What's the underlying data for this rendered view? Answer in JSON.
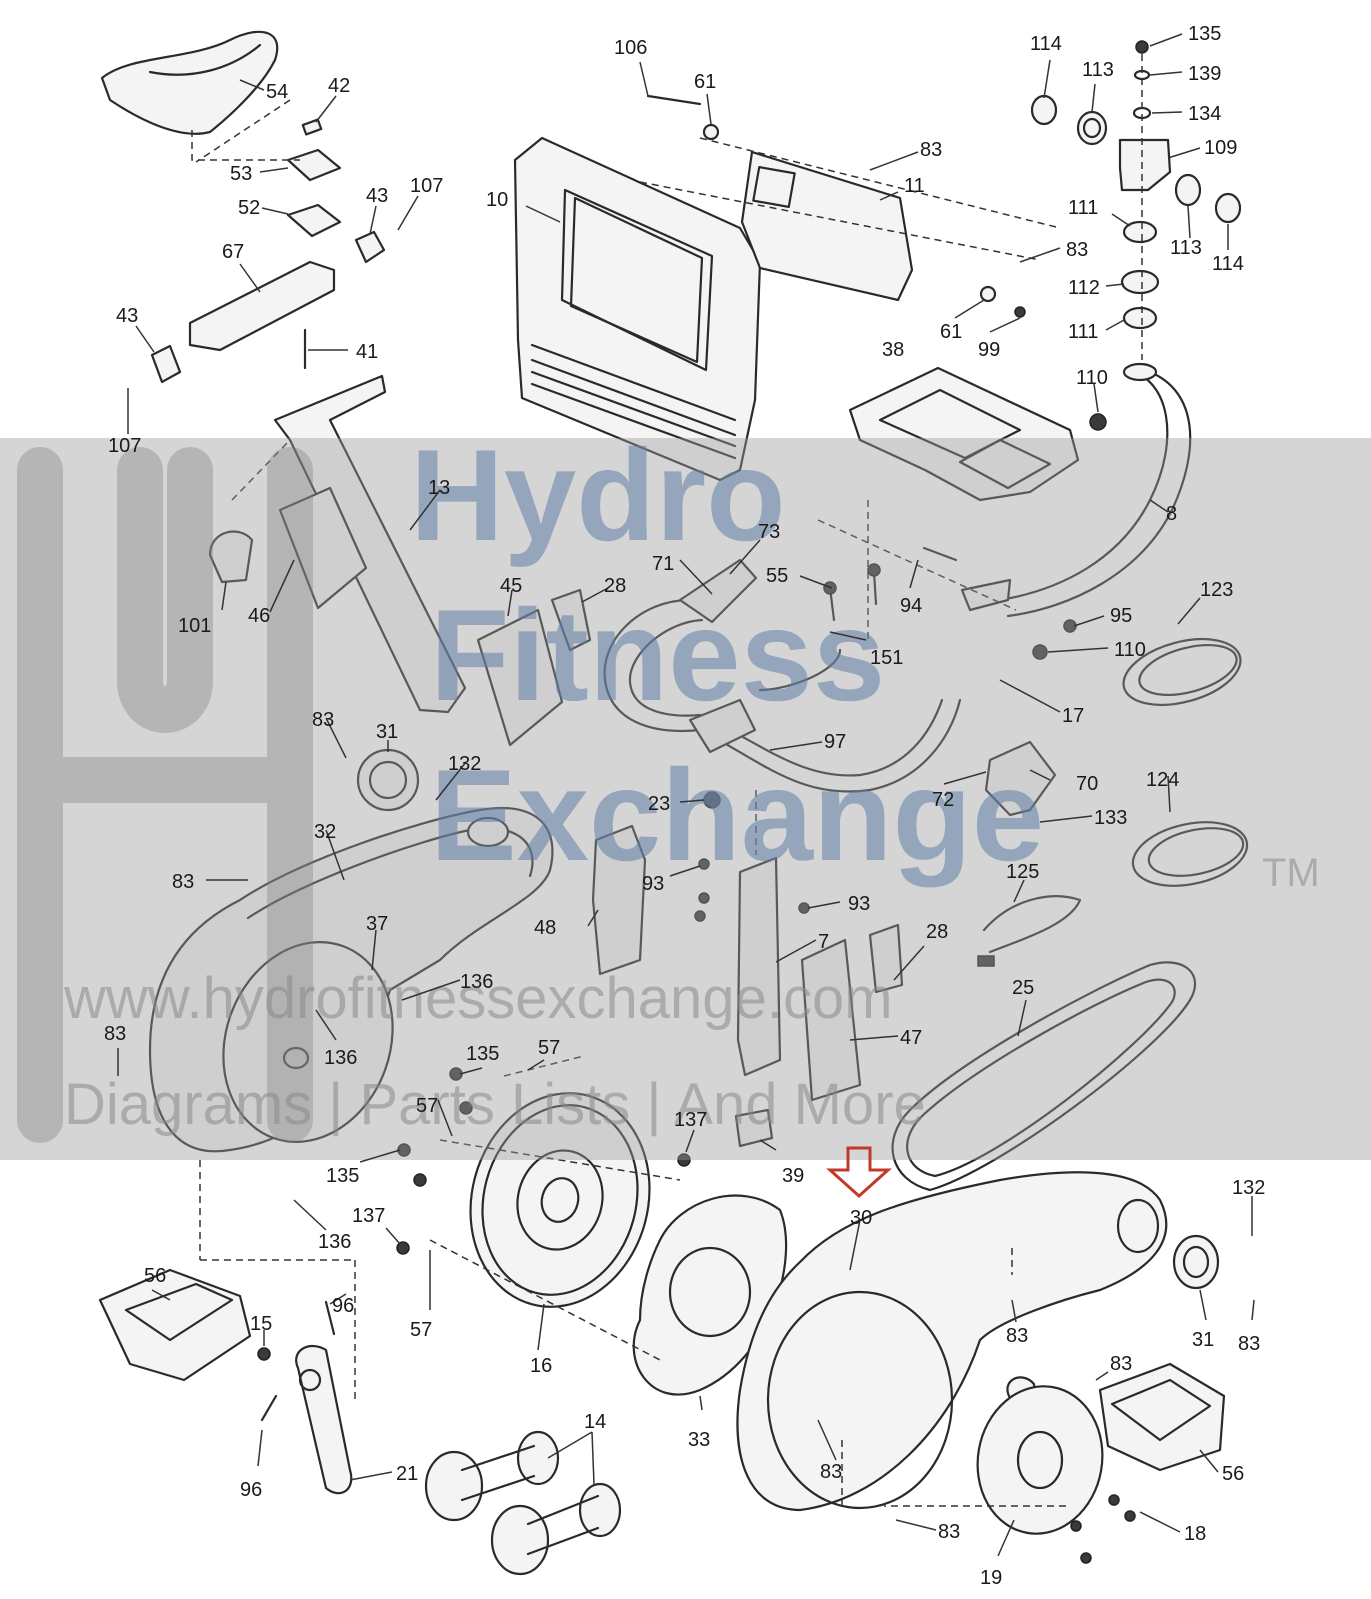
{
  "callouts": [
    {
      "id": "c106",
      "text": "106"
    },
    {
      "id": "c61a",
      "text": "61"
    },
    {
      "id": "c83a",
      "text": "83"
    },
    {
      "id": "c11",
      "text": "11"
    },
    {
      "id": "c10",
      "text": "10"
    },
    {
      "id": "c83b",
      "text": "83"
    },
    {
      "id": "c61b",
      "text": "61"
    },
    {
      "id": "c99",
      "text": "99"
    },
    {
      "id": "c114a",
      "text": "114"
    },
    {
      "id": "c113a",
      "text": "113"
    },
    {
      "id": "c135a",
      "text": "135"
    },
    {
      "id": "c139",
      "text": "139"
    },
    {
      "id": "c134",
      "text": "134"
    },
    {
      "id": "c109",
      "text": "109"
    },
    {
      "id": "c111a",
      "text": "111"
    },
    {
      "id": "c113b",
      "text": "113"
    },
    {
      "id": "c114b",
      "text": "114"
    },
    {
      "id": "c112",
      "text": "112"
    },
    {
      "id": "c111b",
      "text": "111"
    },
    {
      "id": "c110a",
      "text": "110"
    },
    {
      "id": "c38",
      "text": "38"
    },
    {
      "id": "c8",
      "text": "8"
    },
    {
      "id": "c54",
      "text": "54"
    },
    {
      "id": "c42",
      "text": "42"
    },
    {
      "id": "c53",
      "text": "53"
    },
    {
      "id": "c43a",
      "text": "43"
    },
    {
      "id": "c107a",
      "text": "107"
    },
    {
      "id": "c52",
      "text": "52"
    },
    {
      "id": "c67",
      "text": "67"
    },
    {
      "id": "c43b",
      "text": "43"
    },
    {
      "id": "c41",
      "text": "41"
    },
    {
      "id": "c107b",
      "text": "107"
    },
    {
      "id": "c13",
      "text": "13"
    },
    {
      "id": "c101",
      "text": "101"
    },
    {
      "id": "c46",
      "text": "46"
    },
    {
      "id": "c45",
      "text": "45"
    },
    {
      "id": "c28a",
      "text": "28"
    },
    {
      "id": "c73",
      "text": "73"
    },
    {
      "id": "c71",
      "text": "71"
    },
    {
      "id": "c55",
      "text": "55"
    },
    {
      "id": "c94",
      "text": "94"
    },
    {
      "id": "c95",
      "text": "95"
    },
    {
      "id": "c110b",
      "text": "110"
    },
    {
      "id": "c151",
      "text": "151"
    },
    {
      "id": "c17",
      "text": "17"
    },
    {
      "id": "c123",
      "text": "123"
    },
    {
      "id": "c97",
      "text": "97"
    },
    {
      "id": "c83c",
      "text": "83"
    },
    {
      "id": "c31a",
      "text": "31"
    },
    {
      "id": "c132a",
      "text": "132"
    },
    {
      "id": "c23",
      "text": "23"
    },
    {
      "id": "c72",
      "text": "72"
    },
    {
      "id": "c70",
      "text": "70"
    },
    {
      "id": "c133",
      "text": "133"
    },
    {
      "id": "c124",
      "text": "124"
    },
    {
      "id": "c32",
      "text": "32"
    },
    {
      "id": "c83d",
      "text": "83"
    },
    {
      "id": "c93a",
      "text": "93"
    },
    {
      "id": "c93b",
      "text": "93"
    },
    {
      "id": "c125",
      "text": "125"
    },
    {
      "id": "c48",
      "text": "48"
    },
    {
      "id": "c7",
      "text": "7"
    },
    {
      "id": "c28b",
      "text": "28"
    },
    {
      "id": "c37",
      "text": "37"
    },
    {
      "id": "c136a",
      "text": "136"
    },
    {
      "id": "c25",
      "text": "25"
    },
    {
      "id": "c83e",
      "text": "83"
    },
    {
      "id": "c136b",
      "text": "136"
    },
    {
      "id": "c47",
      "text": "47"
    },
    {
      "id": "c135b",
      "text": "135"
    },
    {
      "id": "c57a",
      "text": "57"
    },
    {
      "id": "c57b",
      "text": "57"
    },
    {
      "id": "c137a",
      "text": "137"
    },
    {
      "id": "c39",
      "text": "39"
    },
    {
      "id": "c135c",
      "text": "135"
    },
    {
      "id": "c30",
      "text": "30"
    },
    {
      "id": "c132b",
      "text": "132"
    },
    {
      "id": "c136c",
      "text": "136"
    },
    {
      "id": "c137b",
      "text": "137"
    },
    {
      "id": "c56a",
      "text": "56"
    },
    {
      "id": "c96a",
      "text": "96"
    },
    {
      "id": "c15",
      "text": "15"
    },
    {
      "id": "c57c",
      "text": "57"
    },
    {
      "id": "c16",
      "text": "16"
    },
    {
      "id": "c83f",
      "text": "83"
    },
    {
      "id": "c31b",
      "text": "31"
    },
    {
      "id": "c83g",
      "text": "83"
    },
    {
      "id": "c83h",
      "text": "83"
    },
    {
      "id": "c21",
      "text": "21"
    },
    {
      "id": "c96b",
      "text": "96"
    },
    {
      "id": "c14",
      "text": "14"
    },
    {
      "id": "c33",
      "text": "33"
    },
    {
      "id": "c83i",
      "text": "83"
    },
    {
      "id": "c56b",
      "text": "56"
    },
    {
      "id": "c83j",
      "text": "83"
    },
    {
      "id": "c18",
      "text": "18"
    },
    {
      "id": "c19",
      "text": "19"
    }
  ],
  "watermark": {
    "line1": "Hydro",
    "line2": "Fitness",
    "line3": "Exchange",
    "tm": "TM",
    "url": "www.hydrofitnessexchange.com",
    "tagline": "Diagrams | Parts Lists | And More"
  },
  "highlight": {
    "color": "#c0392b",
    "points_to": "30"
  }
}
